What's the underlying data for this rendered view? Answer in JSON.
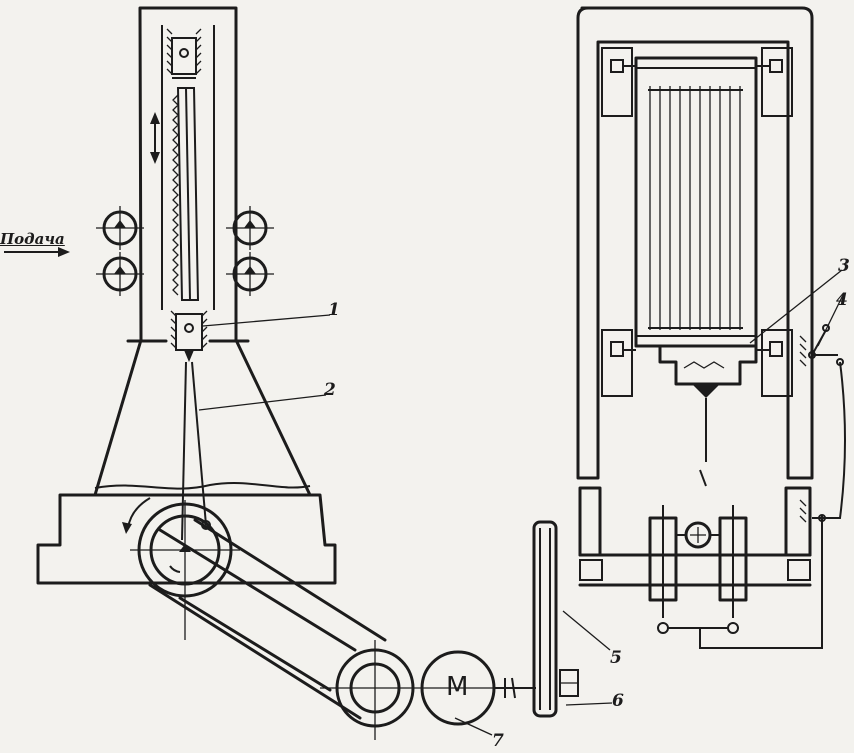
{
  "labels": {
    "feed": "Подача",
    "n1": "1",
    "n2": "2",
    "n3": "3",
    "n4": "4",
    "n5": "5",
    "n6": "6",
    "n7": "7",
    "motor": "M"
  }
}
